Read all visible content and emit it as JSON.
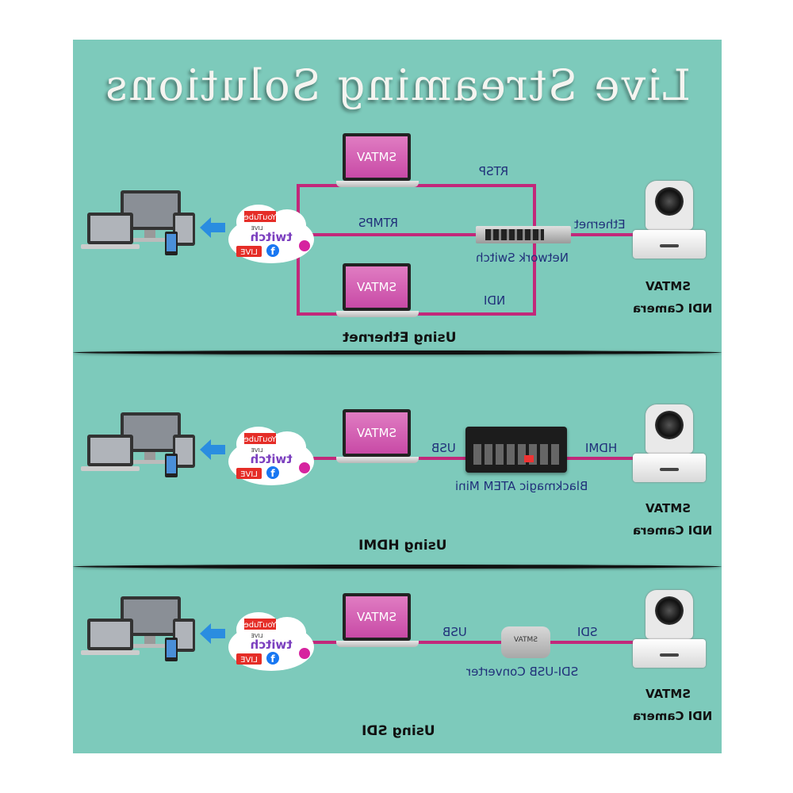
{
  "title": "Live Streaming Solutions",
  "laptop_label": "SMTAV",
  "camera": {
    "brand": "SMTAV",
    "model": "NDI Camera"
  },
  "cloud_logos": {
    "youtube": "YouTube",
    "youtube_live": "LIVE",
    "twitch": "twitch",
    "live_badge": "LIVE",
    "fb": "f"
  },
  "ethernet_section": {
    "caption": "Using Ethernet",
    "rtsp": "RTSP",
    "rtmps": "RTMPS",
    "ndi": "NDI",
    "ethernet": "Ethernet",
    "switch_label": "Network Switch"
  },
  "hdmi_section": {
    "caption": "Using HDMI",
    "usb": "USB",
    "hdmi": "HDMI",
    "device_label": "Blackmagic ATEM Mini"
  },
  "sdi_section": {
    "caption": "Using SDI",
    "usb": "USB",
    "sdi": "SDI",
    "device_label": "SDI-USB Converter",
    "converter_brand": "SMTAV"
  },
  "colors": {
    "background": "#7dcabb",
    "wire": "#c2287a",
    "label_text": "#20307a",
    "divider": "#111111"
  },
  "icons": [
    "devices-icon",
    "arrow-left-icon",
    "cloud-platforms-icon",
    "laptop-icon",
    "network-switch-icon",
    "atem-mini-icon",
    "sdi-converter-icon",
    "ptz-camera-icon"
  ]
}
